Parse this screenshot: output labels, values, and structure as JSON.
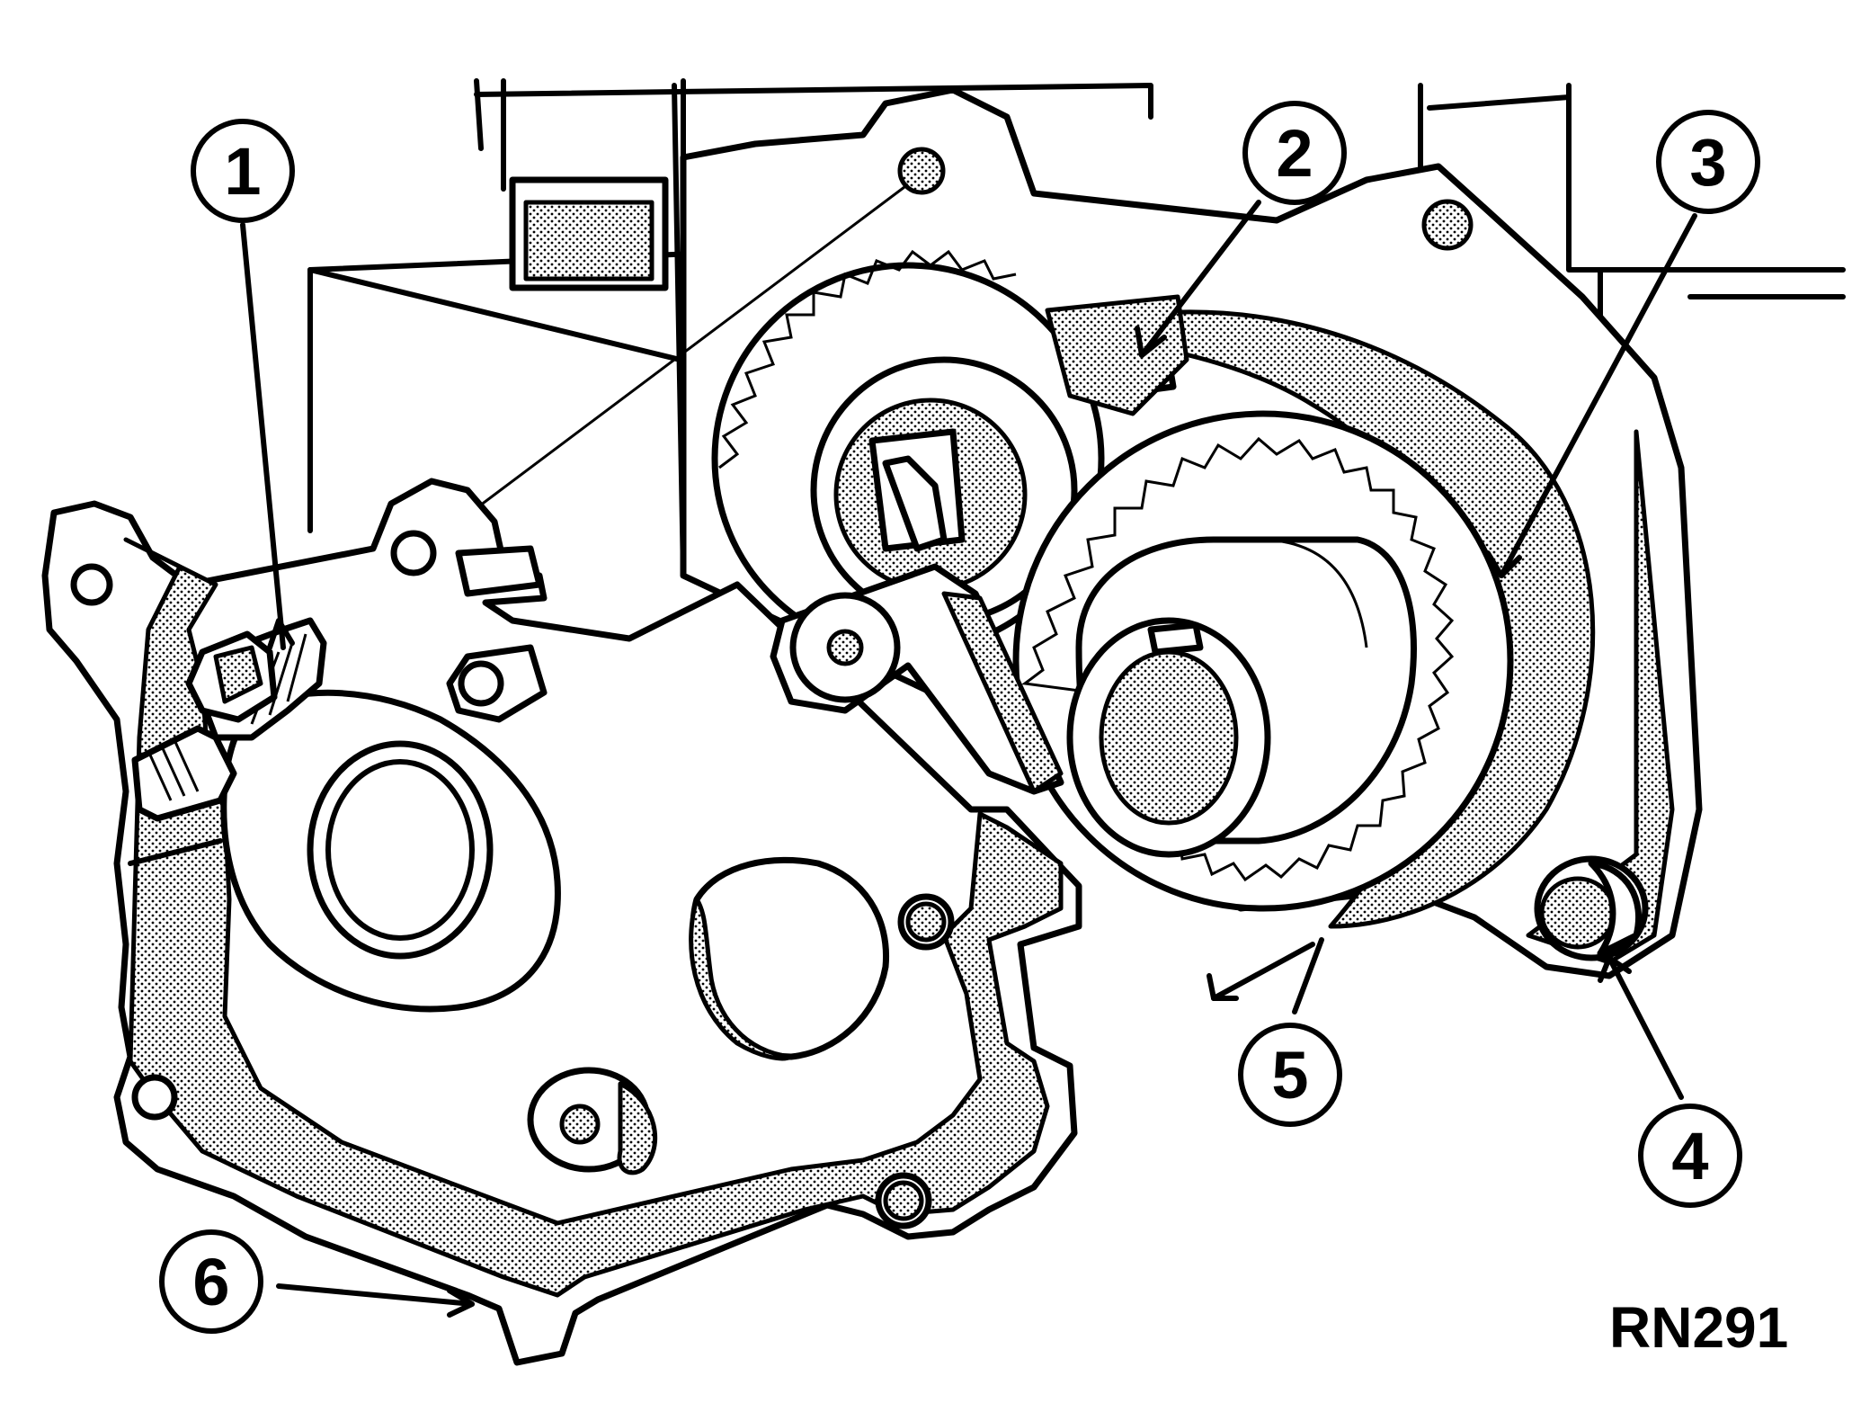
{
  "figure_code": "RN291",
  "callouts": [
    {
      "label": "1"
    },
    {
      "label": "2"
    },
    {
      "label": "3"
    },
    {
      "label": "4"
    },
    {
      "label": "5"
    },
    {
      "label": "6"
    }
  ]
}
